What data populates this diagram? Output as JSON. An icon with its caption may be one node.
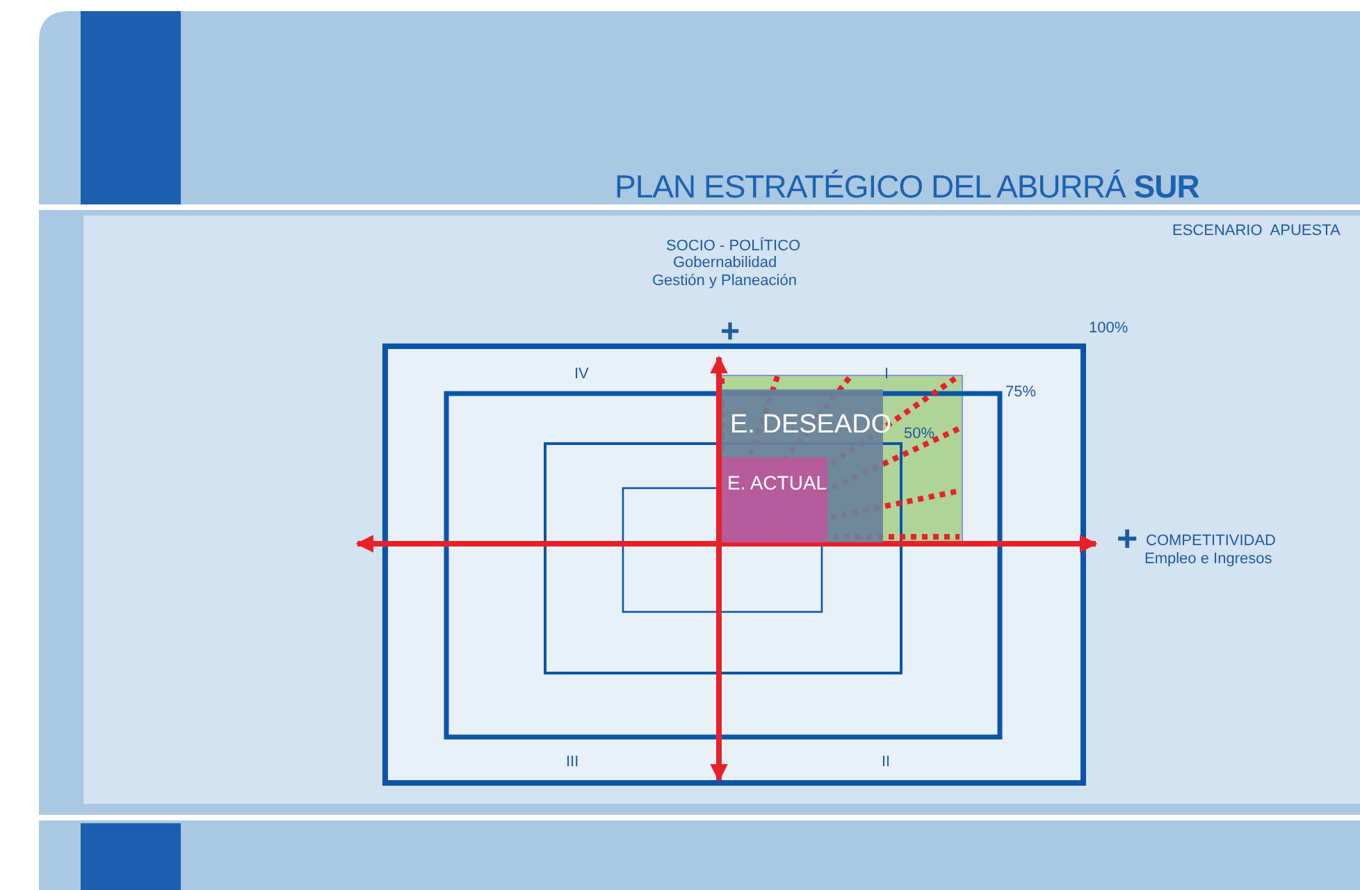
{
  "diagram": {
    "title": "PLAN ESTRATÉGICO DEL ABURRÁ **SUR**",
    "nodes": [
      {
        "text": [
          "E. DESEADO"
        ]
      },
      {
        "text": [
          "E. ACTUAL"
        ],
        "in": 0
      }
    ],
    "labels": [
      "ESCENARIO  APUESTA",
      "SOCIO - POLÍTICO",
      "Gobernabilidad",
      "Gestión y Planeación",
      "+",
      "100%",
      "IV",
      "I",
      "75%",
      "50%",
      "+",
      "COMPETITIVIDAD",
      "Empleo e Ingresos",
      "III",
      "II"
    ]
  }
}
